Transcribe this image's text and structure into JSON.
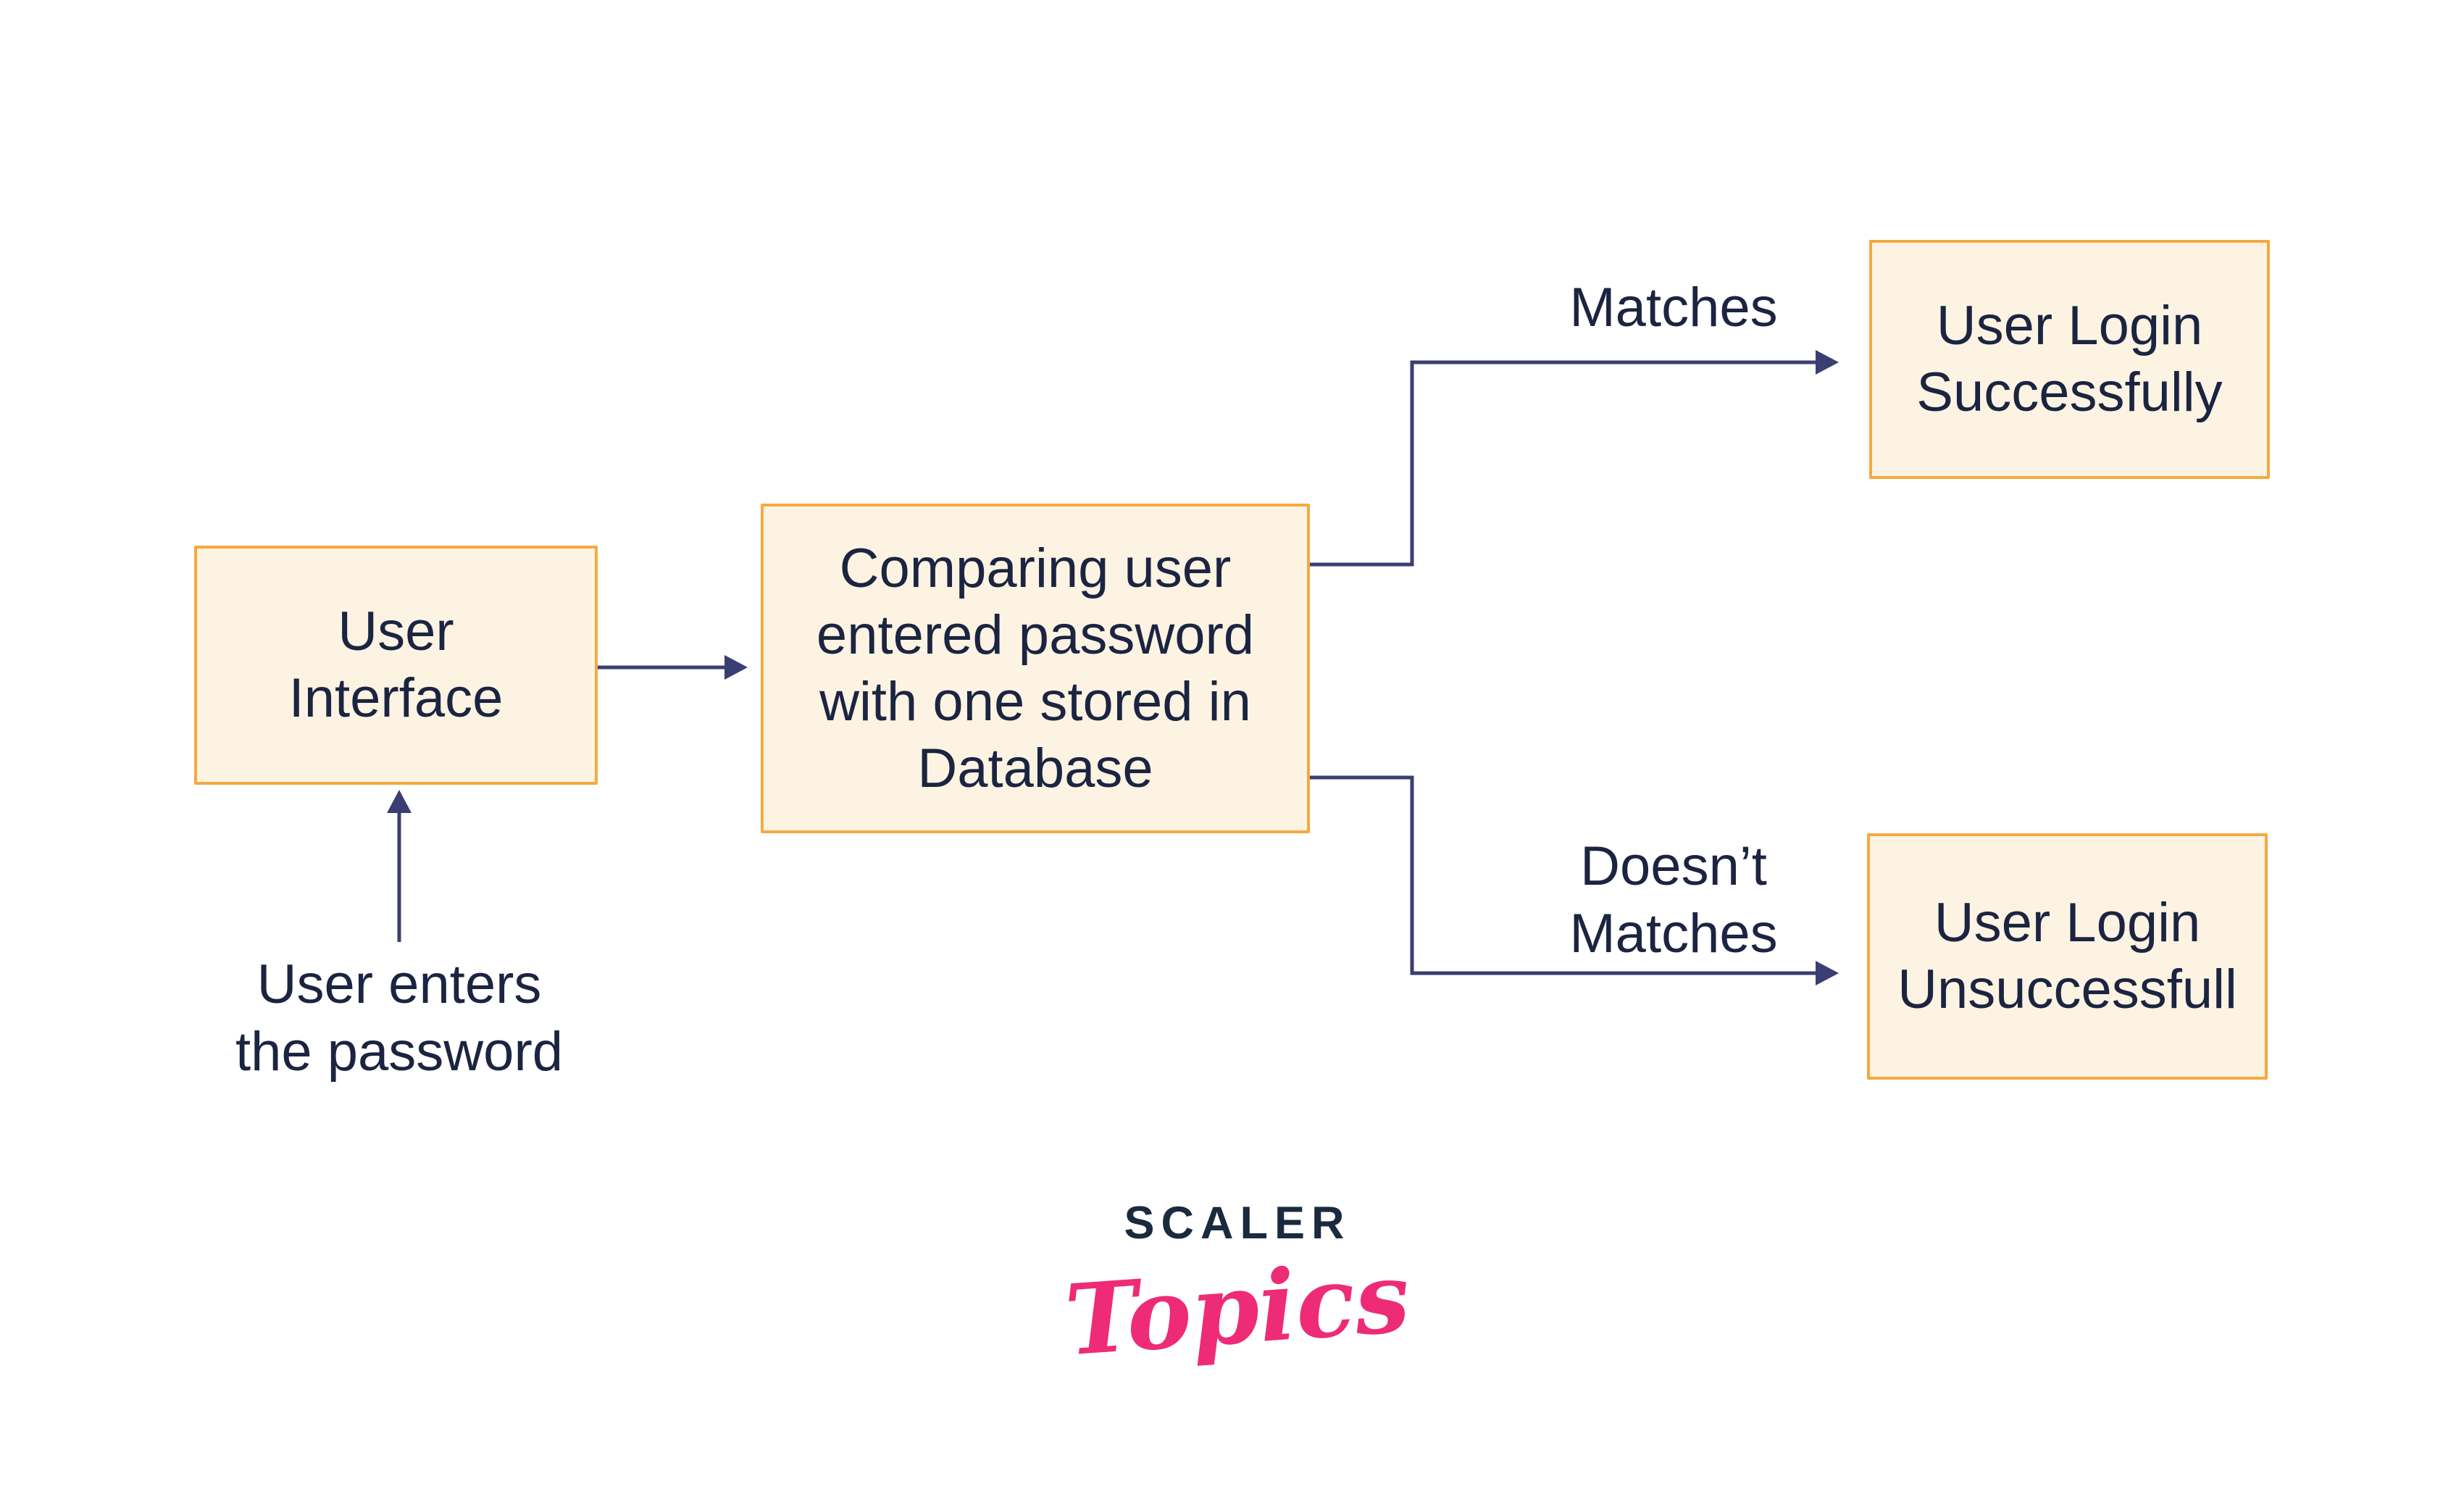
{
  "colors": {
    "page_bg": "#ffffff",
    "box_fill": "#fdf3e3",
    "box_border": "#f6a93f",
    "line": "#3a3e72",
    "ink": "#1b2440",
    "logo_navy": "#1a2a3f",
    "logo_pink": "#ee2b76"
  },
  "nodes": {
    "user_interface": {
      "lines": [
        "User",
        "Interface"
      ]
    },
    "comparing": {
      "lines": [
        "Comparing user",
        "entered password",
        "with one stored in",
        "Database"
      ]
    },
    "login_success": {
      "lines": [
        "User Login",
        "Successfully"
      ]
    },
    "login_fail": {
      "lines": [
        "User Login",
        "Unsuccessfull"
      ]
    }
  },
  "edge_labels": {
    "matches": "Matches",
    "doesnt_matches": {
      "lines": [
        "Doesn’t",
        "Matches"
      ]
    }
  },
  "annotation": {
    "lines": [
      "User enters",
      "the password"
    ]
  },
  "logo": {
    "brand": "SCALER",
    "sub": "Topics"
  }
}
